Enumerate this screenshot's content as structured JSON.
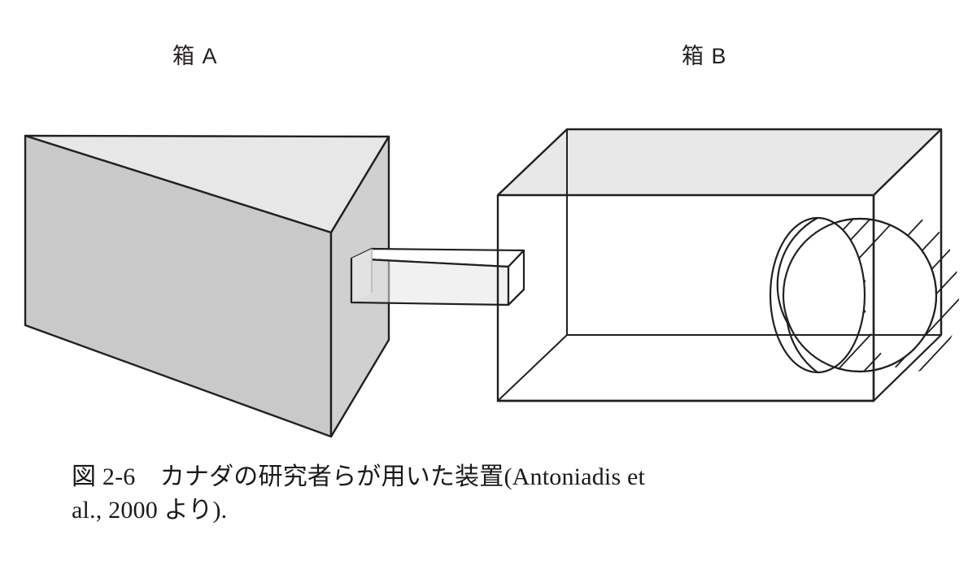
{
  "figure": {
    "labels": {
      "box_a": "箱 A",
      "box_b": "箱 B"
    },
    "caption": {
      "line1": "図 2-6　カナダの研究者らが用いた装置(Antoniadis et",
      "line2": "al., 2000 より).",
      "figure_number": "図 2-6",
      "full_text": "図 2-6　カナダの研究者らが用いた装置(Antoniadis et al., 2000 より)."
    },
    "colors": {
      "stroke": "#231f20",
      "box_a_front": "#c9c9c9",
      "box_a_top": "#e4e4e4",
      "box_a_side": "#d2d2d2",
      "box_b_top": "#e8e8e8",
      "tunnel_face": "#e6e6e6",
      "background": "#ffffff"
    },
    "elements": {
      "box_a_name": "solid-shaded-box",
      "box_b_name": "transparent-wireframe-box",
      "tunnel_name": "connecting-tunnel",
      "cylinder_name": "hatched-running-wheel"
    }
  }
}
